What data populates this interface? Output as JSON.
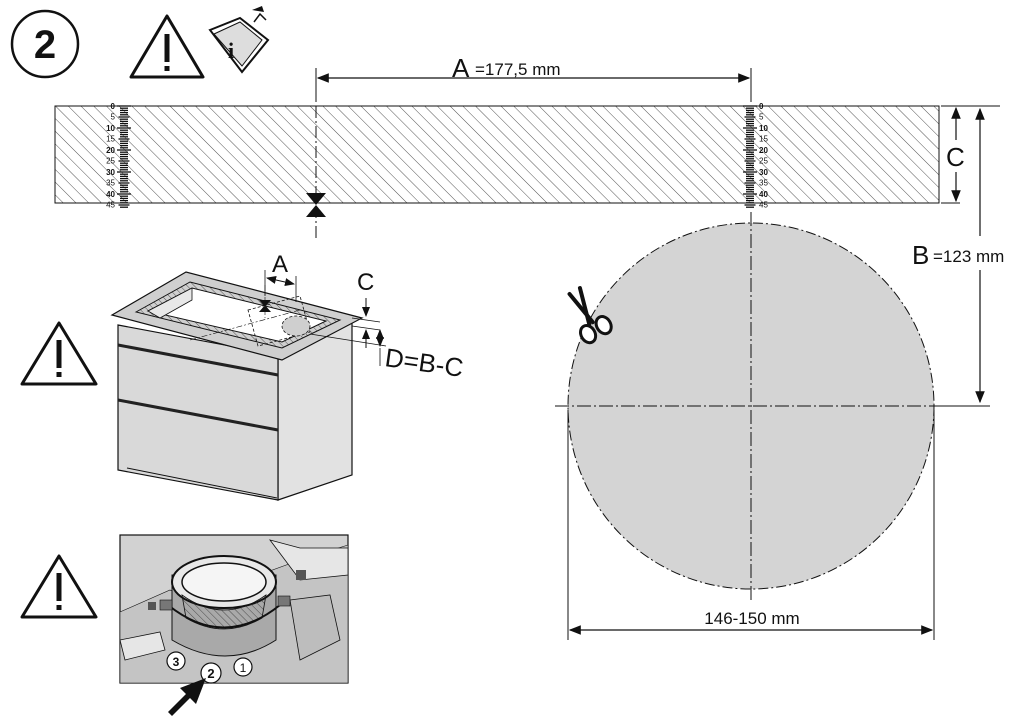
{
  "step": {
    "number": "2"
  },
  "icons": [
    "warning-triangle-icon",
    "information-manual-icon",
    "scissors-icon",
    "push-arrow-icon"
  ],
  "template": {
    "dim_a_letter": "A",
    "dim_a_value": "=177,5 mm",
    "dim_c_letter": "C",
    "dim_b_letter": "B",
    "dim_b_value": "=123 mm",
    "scale_major": [
      "0",
      "10",
      "20",
      "30",
      "40"
    ],
    "scale_minor": [
      "5",
      "15",
      "25",
      "35",
      "45"
    ]
  },
  "circle": {
    "diameter_label": "146-150 mm"
  },
  "cabinet": {
    "label_a": "A",
    "label_c": "C",
    "formula": "D=B-C"
  },
  "sequence": {
    "steps": [
      "3",
      "2",
      "1"
    ]
  },
  "colors": {
    "line": "#1a1a1a",
    "fill_gray": "#d4d4d4",
    "cabinet_gray": "#d9d9d9",
    "hatch": "#555555"
  }
}
